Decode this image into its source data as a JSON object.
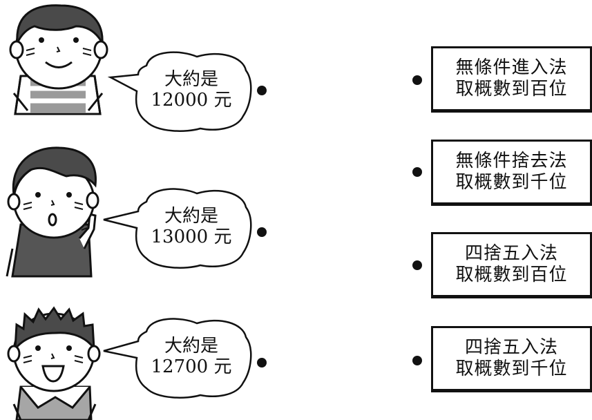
{
  "bubbles": [
    {
      "line1": "大約是",
      "line2": "12000 元"
    },
    {
      "line1": "大約是",
      "line2": "13000 元"
    },
    {
      "line1": "大約是",
      "line2": "12700 元"
    }
  ],
  "options": [
    {
      "line1": "無條件進入法",
      "line2": "取概數到百位"
    },
    {
      "line1": "無條件捨去法",
      "line2": "取概數到千位"
    },
    {
      "line1": "四捨五入法",
      "line2": "取概數到百位"
    },
    {
      "line1": "四捨五入法",
      "line2": "取概數到千位"
    }
  ]
}
